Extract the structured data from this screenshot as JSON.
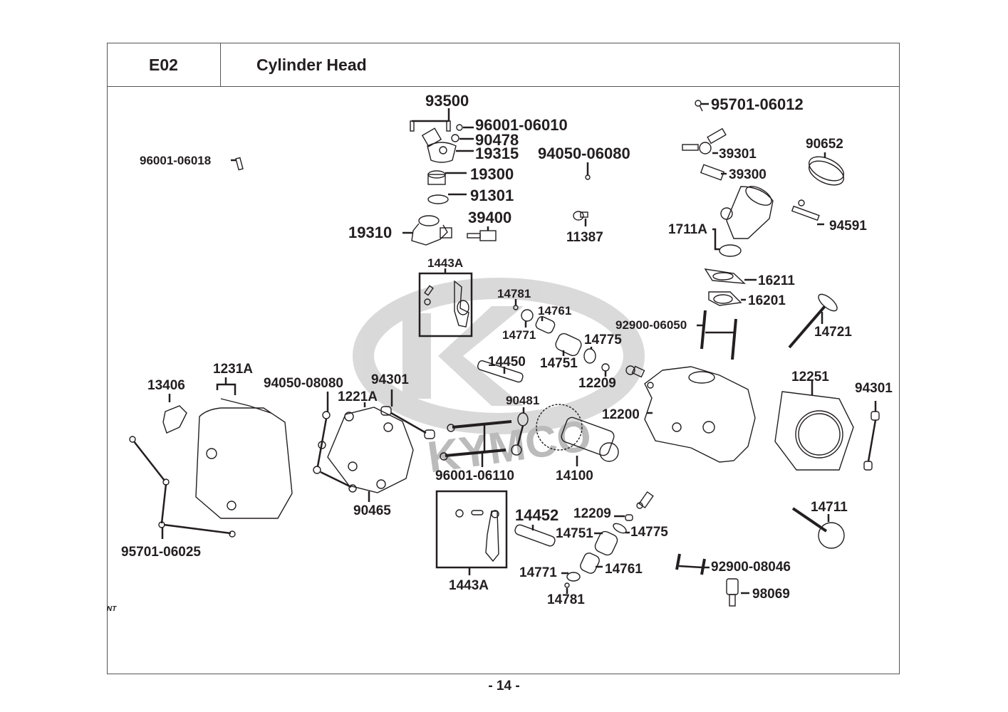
{
  "header": {
    "section_code": "E02",
    "title": "Cylinder Head"
  },
  "watermark": {
    "brand": "KYMCO"
  },
  "part_labels": {
    "p93500": "93500",
    "p96001_06010": "96001-06010",
    "p90478": "90478",
    "p19315": "19315",
    "p19300": "19300",
    "p91301": "91301",
    "p19310": "19310",
    "p39400": "39400",
    "p94050_06080": "94050-06080",
    "p11387": "11387",
    "p95701_06012": "95701-06012",
    "p39301": "39301",
    "p39300": "39300",
    "p90652": "90652",
    "p94591": "94591",
    "p1711A": "1711A",
    "p96001_06018": "96001-06018",
    "p1443A_top": "1443A",
    "p14781_top": "14781",
    "p14761_top": "14761",
    "p14771_top": "14771",
    "p14775_top": "14775",
    "p14751_top": "14751",
    "p14450": "14450",
    "p12209_top": "12209",
    "p16211": "16211",
    "p16201": "16201",
    "p92900_06050": "92900-06050",
    "p14721": "14721",
    "p13406": "13406",
    "p1231A": "1231A",
    "p94050_08080": "94050-08080",
    "p1221A": "1221A",
    "p94301_left": "94301",
    "p90481": "90481",
    "p12200": "12200",
    "p12251": "12251",
    "p94301_right": "94301",
    "p96001_06110": "96001-06110",
    "p14100": "14100",
    "p90465": "90465",
    "p95701_06025": "95701-06025",
    "p14452": "14452",
    "p12209_bot": "12209",
    "p14751_bot": "14751",
    "p14775_bot": "14775",
    "p14711": "14711",
    "p14761_bot": "14761",
    "p14771_bot": "14771",
    "p14781_bot": "14781",
    "p1443A_bot": "1443A",
    "p92900_08046": "92900-08046",
    "p98069": "98069"
  },
  "corner_mark": "NT",
  "footer": {
    "page_number": "- 14 -"
  }
}
